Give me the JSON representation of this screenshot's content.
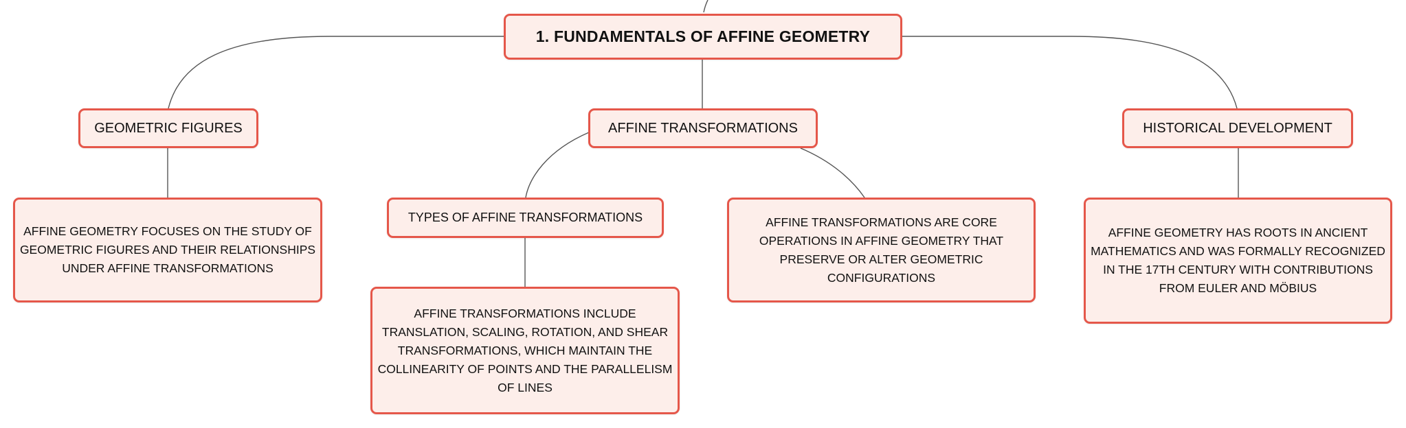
{
  "root": {
    "label": "1. FUNDAMENTALS OF AFFINE GEOMETRY"
  },
  "branches": {
    "geometric_figures": {
      "label": "GEOMETRIC FIGURES",
      "description": "AFFINE GEOMETRY FOCUSES ON THE STUDY OF GEOMETRIC FIGURES AND THEIR RELATIONSHIPS UNDER AFFINE TRANSFORMATIONS"
    },
    "affine_transformations": {
      "label": "AFFINE TRANSFORMATIONS",
      "types": {
        "label": "TYPES OF AFFINE TRANSFORMATIONS",
        "description": "AFFINE TRANSFORMATIONS INCLUDE TRANSLATION, SCALING, ROTATION, AND SHEAR TRANSFORMATIONS, WHICH MAINTAIN THE COLLINEARITY OF POINTS AND THE PARALLELISM OF LINES"
      },
      "description": "AFFINE TRANSFORMATIONS ARE CORE OPERATIONS IN AFFINE GEOMETRY THAT PRESERVE OR ALTER GEOMETRIC CONFIGURATIONS"
    },
    "historical_development": {
      "label": "HISTORICAL DEVELOPMENT",
      "description": "AFFINE GEOMETRY HAS ROOTS IN ANCIENT MATHEMATICS AND WAS FORMALLY RECOGNIZED IN THE 17TH CENTURY WITH CONTRIBUTIONS FROM EULER AND MÖBIUS"
    }
  },
  "colors": {
    "node_fill": "#fdeeea",
    "node_border": "#e5574a",
    "connector": "#555555",
    "text": "#111111"
  }
}
